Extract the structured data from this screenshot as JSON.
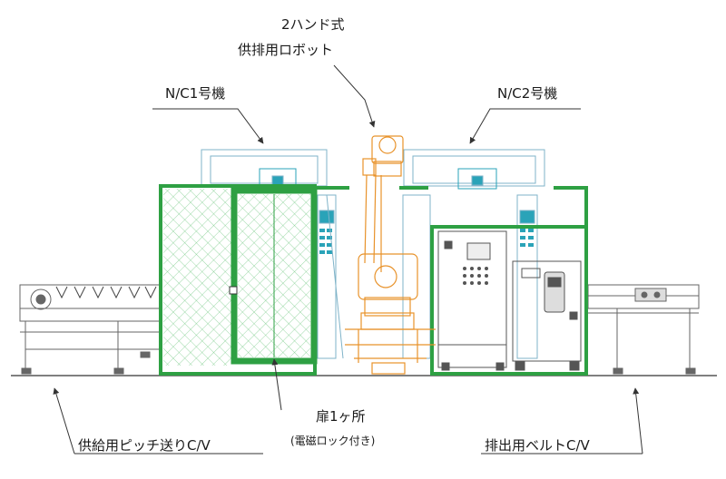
{
  "labels": {
    "robot_line1": "2ハンド式",
    "robot_line2": "供排用ロボット",
    "nc1": "N/C1号機",
    "nc2": "N/C2号機",
    "door_main": "扉1ヶ所",
    "door_sub": "(電磁ロック付き)",
    "supply_cv": "供給用ピッチ送りC/V",
    "discharge_cv": "排出用ベルトC/V"
  },
  "colors": {
    "fence": "#2ea043",
    "robot": "#e8922a",
    "machine_line": "#7fb3c8",
    "machine_accent": "#2aa3b8",
    "structure": "#666666",
    "leader": "#333333"
  }
}
